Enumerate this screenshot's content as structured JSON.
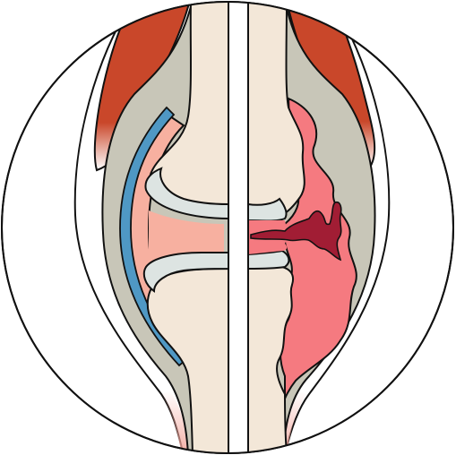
{
  "illustration": {
    "subject": "joint-comparison",
    "colors": {
      "outline": "#111111",
      "bone": "#f3e7d8",
      "capsule_gray": "#c8c6b8",
      "cartilage_gray": "#dde4e2",
      "synovial_fluid": "#f7b0a0",
      "synovial_blue": "#4f98c4",
      "muscle_red": "#c9472a",
      "inflamed_pink": "#f57a80",
      "erosion_dark": "#a11d34",
      "background": "#ffffff"
    },
    "panels": [
      "healthy-joint-left",
      "arthritic-joint-right"
    ]
  }
}
